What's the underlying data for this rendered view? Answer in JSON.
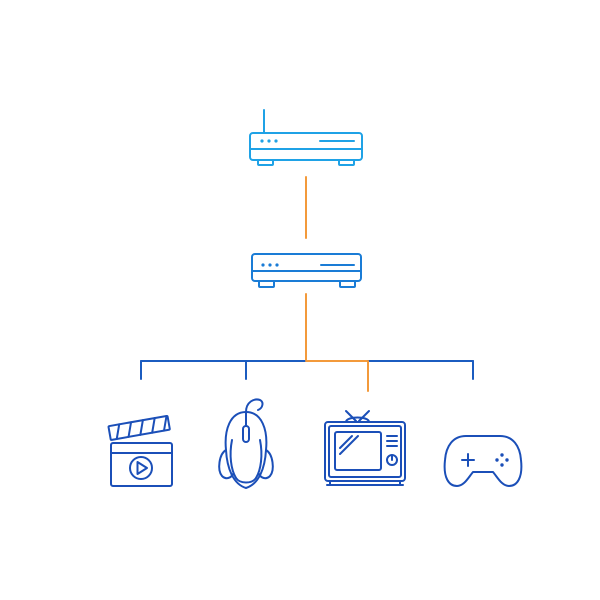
{
  "diagram": {
    "nodes": [
      {
        "id": "router",
        "icon": "wifi-router-icon"
      },
      {
        "id": "modem",
        "icon": "modem-icon"
      },
      {
        "id": "media",
        "icon": "video-clapperboard-icon"
      },
      {
        "id": "mouse",
        "icon": "gaming-mouse-icon"
      },
      {
        "id": "tv",
        "icon": "retro-tv-icon"
      },
      {
        "id": "gamepad",
        "icon": "gamepad-icon"
      }
    ],
    "edges": [
      {
        "from": "router",
        "to": "modem",
        "style": "highlight"
      },
      {
        "from": "modem",
        "to": "media",
        "style": "normal"
      },
      {
        "from": "modem",
        "to": "mouse",
        "style": "normal"
      },
      {
        "from": "modem",
        "to": "tv",
        "style": "highlight"
      },
      {
        "from": "modem",
        "to": "gamepad",
        "style": "normal"
      }
    ]
  },
  "colors": {
    "router": "#1fa2e6",
    "modem": "#1a7cd6",
    "devices": "#1b4fb8",
    "tree": "#1b5cc0",
    "highlight": "#f39a3b"
  }
}
